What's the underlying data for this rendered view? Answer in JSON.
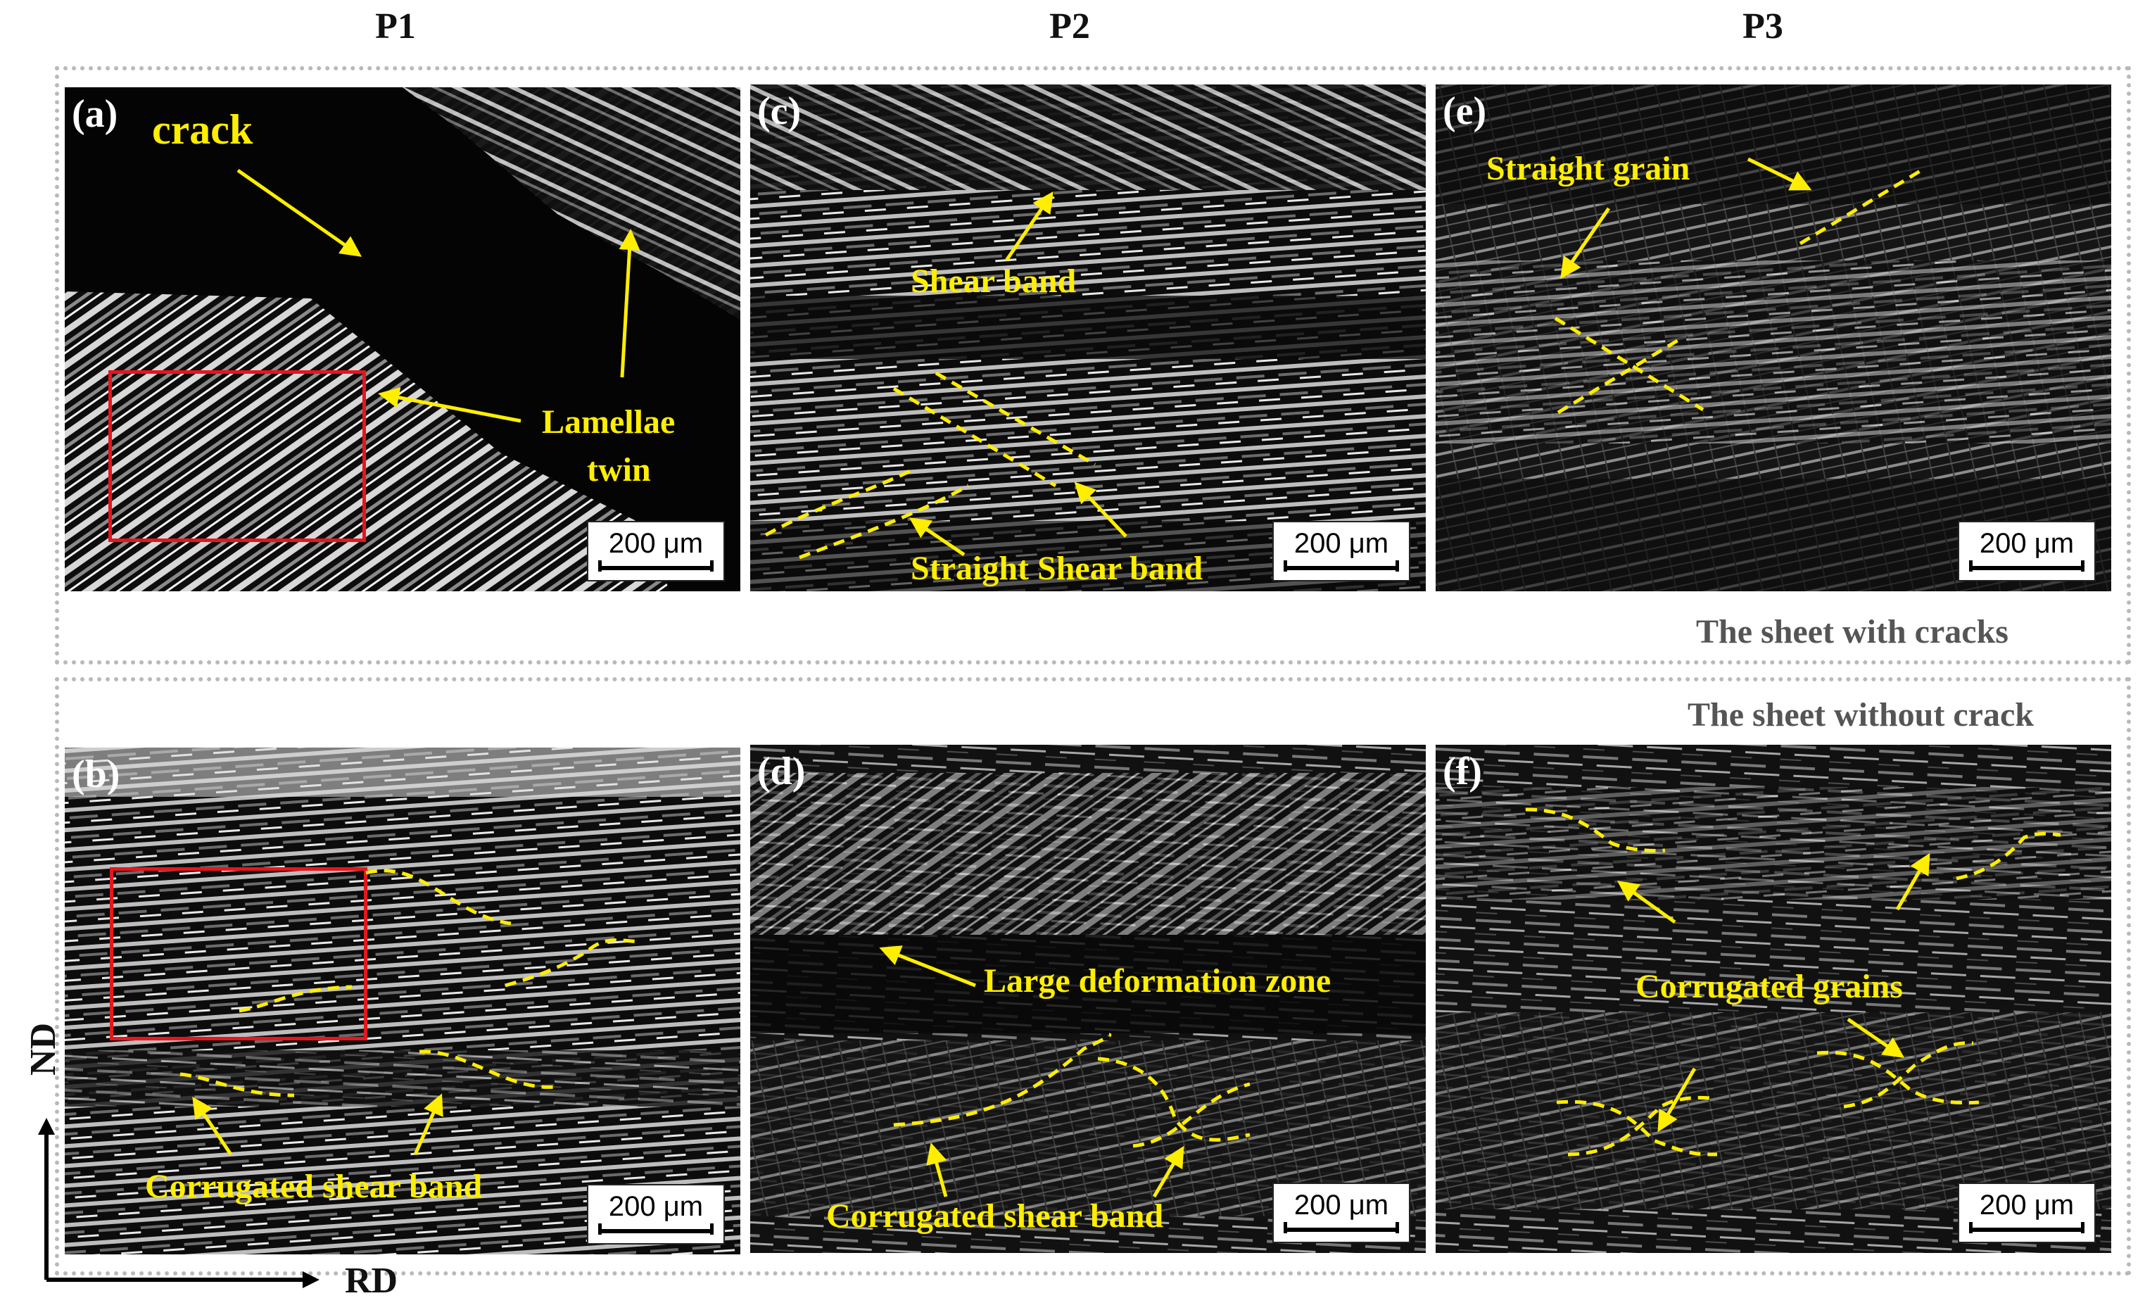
{
  "columns": {
    "p1": "P1",
    "p2": "P2",
    "p3": "P3"
  },
  "groups": {
    "with_cracks": "The sheet with cracks",
    "without_crack": "The sheet without crack"
  },
  "panels": {
    "a": {
      "label": "(a)",
      "scale": "200 μm"
    },
    "b": {
      "label": "(b)",
      "scale": "200 μm"
    },
    "c": {
      "label": "(c)",
      "scale": "200 μm"
    },
    "d": {
      "label": "(d)",
      "scale": "200 μm"
    },
    "e": {
      "label": "(e)",
      "scale": "200 μm"
    },
    "f": {
      "label": "(f)",
      "scale": "200 μm"
    }
  },
  "annotations": {
    "crack": "crack",
    "lamellae_line1": "Lamellae",
    "lamellae_line2": "twin",
    "shear_band": "Shear band",
    "straight_shear_band": "Straight Shear band",
    "straight_grain": "Straight grain",
    "corrugated_shear_band_b": "Corrugated shear band",
    "large_deformation_zone": "Large deformation zone",
    "corrugated_shear_band_d": "Corrugated shear band",
    "corrugated_grains": "Corrugated grains"
  },
  "axes": {
    "nd": "ND",
    "rd": "RD"
  },
  "colors": {
    "annotation": "#ffee00",
    "highlight_box": "#e5161d",
    "group_border": "#b9b9b9"
  }
}
